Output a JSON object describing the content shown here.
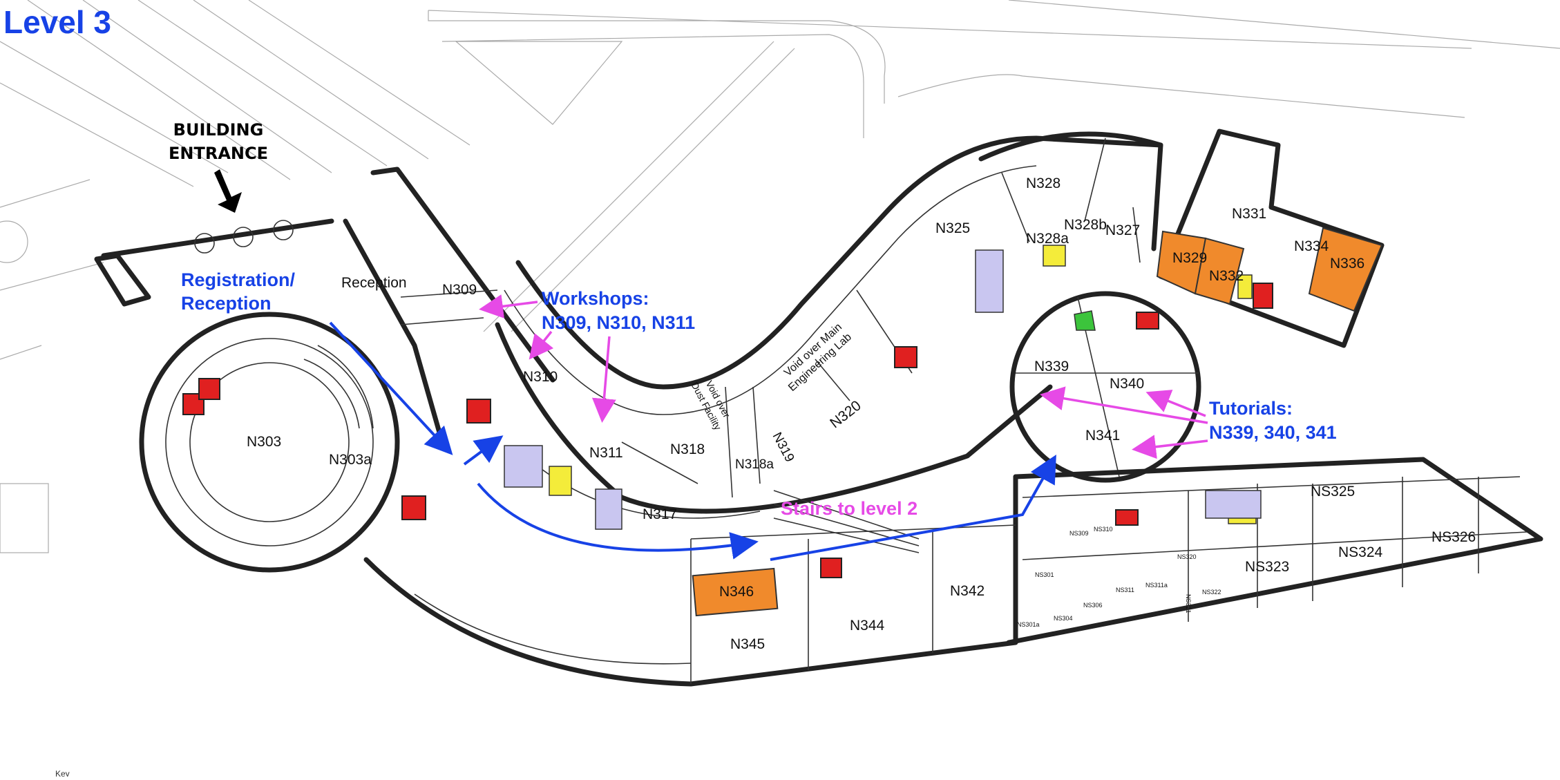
{
  "title": "Level 3",
  "entrance_label": [
    "BUILDING",
    "ENTRANCE"
  ],
  "annotations": {
    "registration": [
      "Registration/",
      "Reception"
    ],
    "workshops": [
      "Workshops:",
      "N309, N310, N311"
    ],
    "tutorials": [
      "Tutorials:",
      "N339, 340, 341"
    ],
    "stairs": "Stairs to level 2"
  },
  "rooms": {
    "reception": "Reception",
    "n303": "N303",
    "n303a": "N303a",
    "n309": "N309",
    "n310": "N310",
    "n311": "N311",
    "n318": "N318",
    "n318a": "N318a",
    "n319": "N319",
    "n320": "N320",
    "n317": "N317",
    "n325": "N325",
    "n328": "N328",
    "n328a": "N328a",
    "n328b": "N328b",
    "n327": "N327",
    "n331": "N331",
    "n334": "N334",
    "n329": "N329",
    "n332": "N332",
    "n336": "N336",
    "n339": "N339",
    "n340": "N340",
    "n341": "N341",
    "n342": "N342",
    "n344": "N344",
    "n345": "N345",
    "n346": "N346",
    "ns323": "NS323",
    "ns324": "NS324",
    "ns325": "NS325",
    "ns326": "NS326",
    "ns301": "NS301",
    "ns301a": "NS301a",
    "ns304": "NS304",
    "ns306": "NS306",
    "ns309": "NS309",
    "ns310": "NS310",
    "ns311": "NS311",
    "ns311a": "NS311a",
    "ns320": "NS320",
    "ns321": "NS321",
    "ns322": "NS322"
  },
  "voids": {
    "main_lab": [
      "Void over Main",
      "Engineering Lab"
    ],
    "dust": [
      "Void over",
      "Dust Facility"
    ]
  },
  "key_label": "Key",
  "colors": {
    "annotation_blue": "#1742e6",
    "annotation_pink": "#e64ae6",
    "room_orange": "#f08a2c",
    "room_yellow": "#f4ec3a",
    "room_red": "#e02020",
    "room_lavender": "#c9c6f0",
    "room_green": "#3cc43c"
  }
}
